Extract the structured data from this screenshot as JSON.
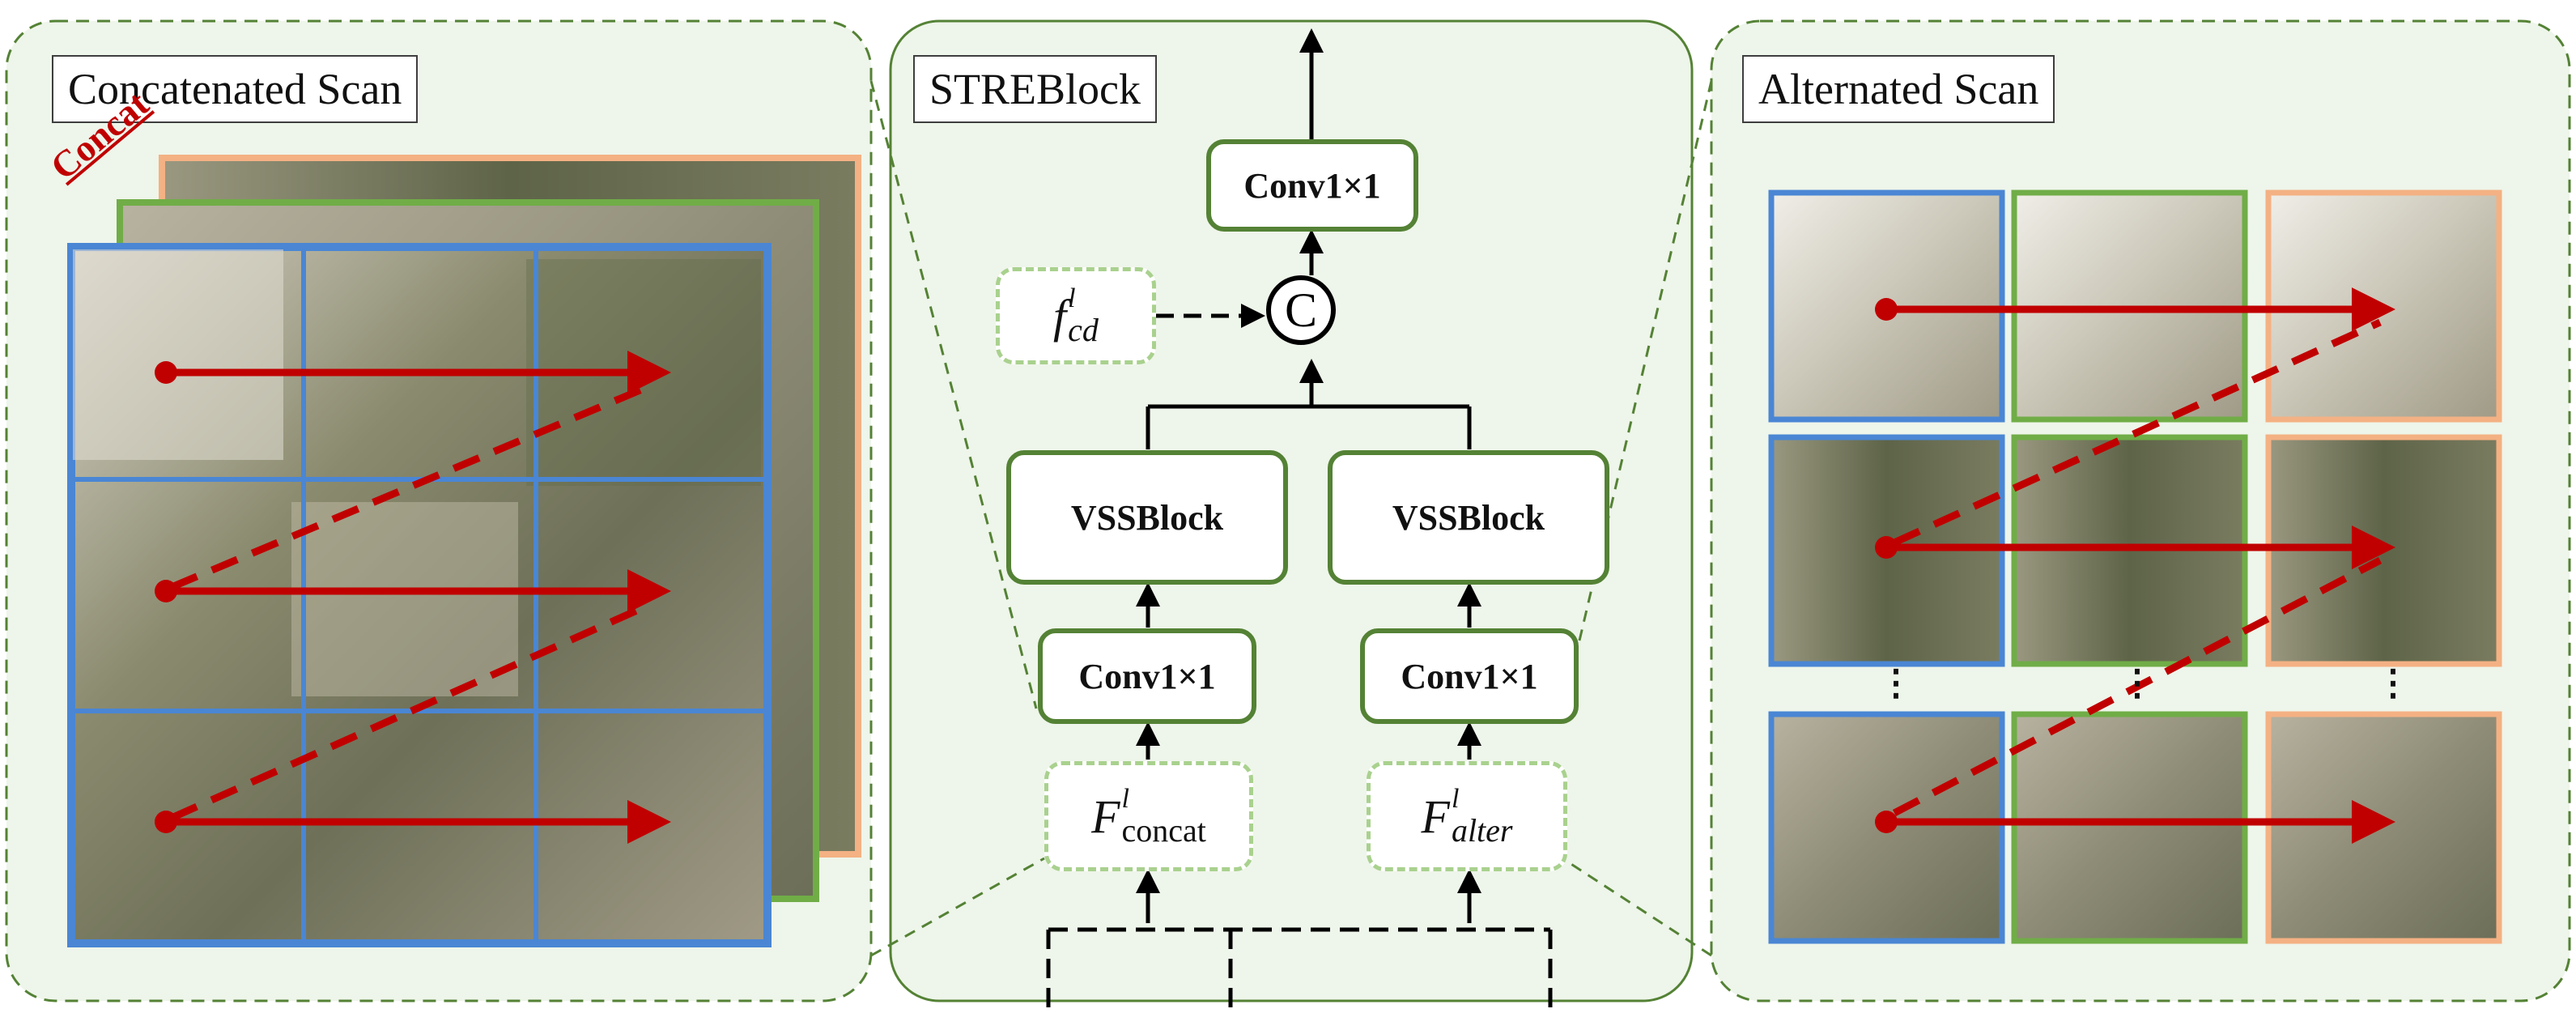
{
  "left_panel": {
    "title": "Concatenated Scan",
    "concat_tag": "Concat"
  },
  "middle_panel": {
    "title": "STREBlock",
    "conv_top": "Conv1×1",
    "concat_symbol": "C",
    "vss_left": "VSSBlock",
    "vss_right": "VSSBlock",
    "conv_left": "Conv1×1",
    "conv_right": "Conv1×1",
    "f_cd": {
      "base": "f",
      "sup": "l",
      "sub": "cd"
    },
    "f_concat": {
      "base": "F",
      "sup": "l",
      "sub": "concat"
    },
    "f_alter": {
      "base": "F",
      "sup": "l",
      "sub": "alter"
    }
  },
  "right_panel": {
    "title": "Alternated Scan",
    "ellipsis": "⋮"
  },
  "colors": {
    "panel_bg": "#eef5ea",
    "panel_border": "#548235",
    "block_border": "#548235",
    "dashed_box_border": "#a9d18e",
    "arrow_red": "#c00000",
    "tile_blue": "#4a86d4",
    "tile_green": "#70ad47",
    "tile_orange": "#f4b183"
  },
  "icons": {
    "concat_op": "circle-c-icon"
  }
}
